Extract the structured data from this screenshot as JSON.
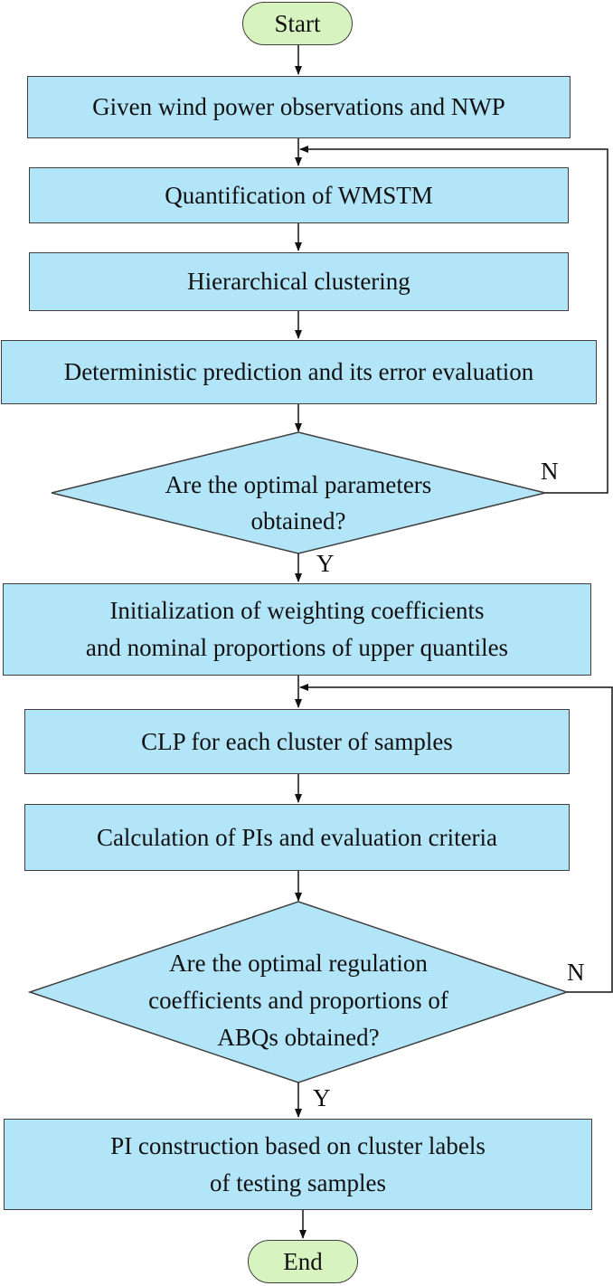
{
  "start_label": "Start",
  "end_label": "End",
  "steps": {
    "given": "Given wind power observations and NWP",
    "quantification": "Quantification of WMSTM",
    "clustering": "Hierarchical clustering",
    "deterministic": "Deterministic prediction and its error evaluation",
    "initialization_line1": "Initialization of weighting coefficients",
    "initialization_line2": "and nominal proportions of upper quantiles",
    "clp": "CLP for each cluster of samples",
    "calculation": "Calculation of PIs and evaluation criteria",
    "pi_line1": "PI construction based on cluster labels",
    "pi_line2": "of testing samples"
  },
  "decisions": {
    "d1_line1": "Are the optimal parameters",
    "d1_line2": "obtained?",
    "d2_line1": "Are the optimal regulation",
    "d2_line2": "coefficients and proportions of",
    "d2_line3": "ABQs obtained?"
  },
  "labels": {
    "yes": "Y",
    "no": "N"
  },
  "colors": {
    "terminal_fill": "#d6f3c0",
    "process_fill": "#b3e5f8",
    "stroke": "#3f3f3f"
  }
}
